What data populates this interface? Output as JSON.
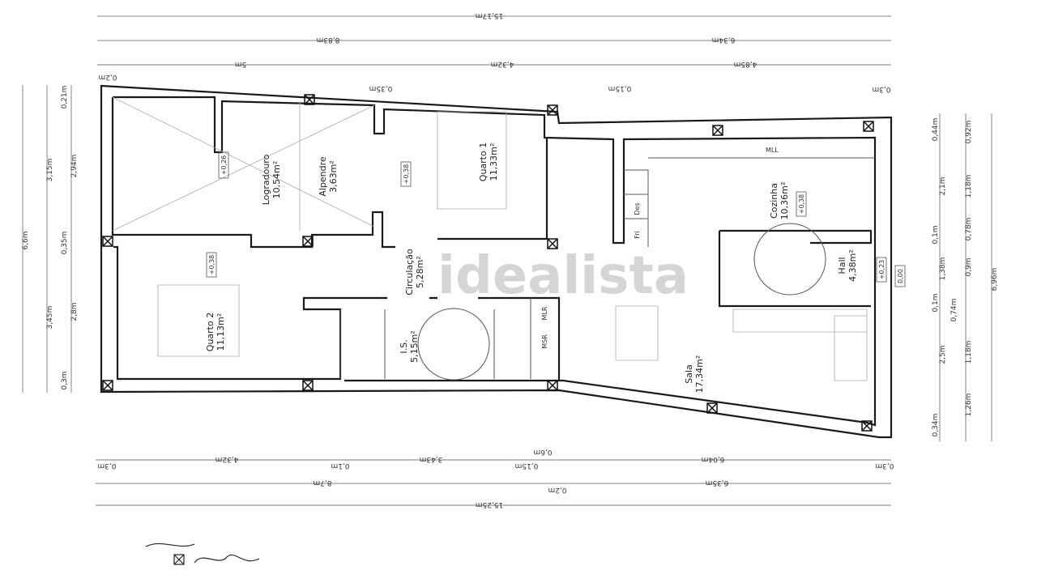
{
  "watermark": "idealista",
  "dimensions": {
    "top": {
      "overall": "15,17m",
      "row2": [
        "8,83m",
        "6,34m"
      ],
      "row3": [
        "0,2m",
        "5m",
        "4,32m",
        "4,85m"
      ],
      "wall": [
        "0,35m",
        "0,15m",
        "0,3m"
      ]
    },
    "bottom": {
      "row1": [
        "0,3m",
        "4,32m",
        "0,1m",
        "3,43m",
        "0,15m",
        "0,6m",
        "6,04m",
        "0,3m"
      ],
      "row2": [
        "8,7m",
        "0,2m",
        "6,35m"
      ],
      "overall": "15,25m"
    },
    "left": {
      "overall": "6,6m",
      "row2": [
        "3,15m",
        "3,45m"
      ],
      "row3": [
        "0,21m",
        "2,94m",
        "0,35m",
        "2,8m",
        "0,3m"
      ]
    },
    "right": {
      "row1": [
        "0,44m",
        "2,1m",
        "0,1m",
        "1,38m",
        "0,1m",
        "2,5m",
        "0,34m"
      ],
      "row2": [
        "0,92m",
        "1,18m",
        "0,78m",
        "0,9m",
        "0,74m",
        "1,18m",
        "1,26m"
      ],
      "overall": "6,96m"
    }
  },
  "rooms": [
    {
      "name": "Logradouro",
      "area": "10,54m²"
    },
    {
      "name": "Alpendre",
      "area": "3,63m²"
    },
    {
      "name": "Quarto 1",
      "area": "11,33m²"
    },
    {
      "name": "Quarto 2",
      "area": "11,13m²"
    },
    {
      "name": "Circulação",
      "area": "5,28m²"
    },
    {
      "name": "I.S.",
      "area": "5,15m²"
    },
    {
      "name": "Sala",
      "area": "17,34m²"
    },
    {
      "name": "Cozinha",
      "area": "10,36m²"
    },
    {
      "name": "Hall",
      "area": "4,38m²"
    }
  ],
  "levels": [
    "+0,26",
    "+0,38",
    "+0,38",
    "+0,38",
    "+0,23",
    "0,00"
  ],
  "appliances": [
    "MLL",
    "Des",
    "Fri",
    "MLR",
    "MSR"
  ],
  "wall_colors": {
    "wall": "#1a1a1a",
    "dimension": "#9a9a9a",
    "watermark": "#c8c8c8"
  }
}
